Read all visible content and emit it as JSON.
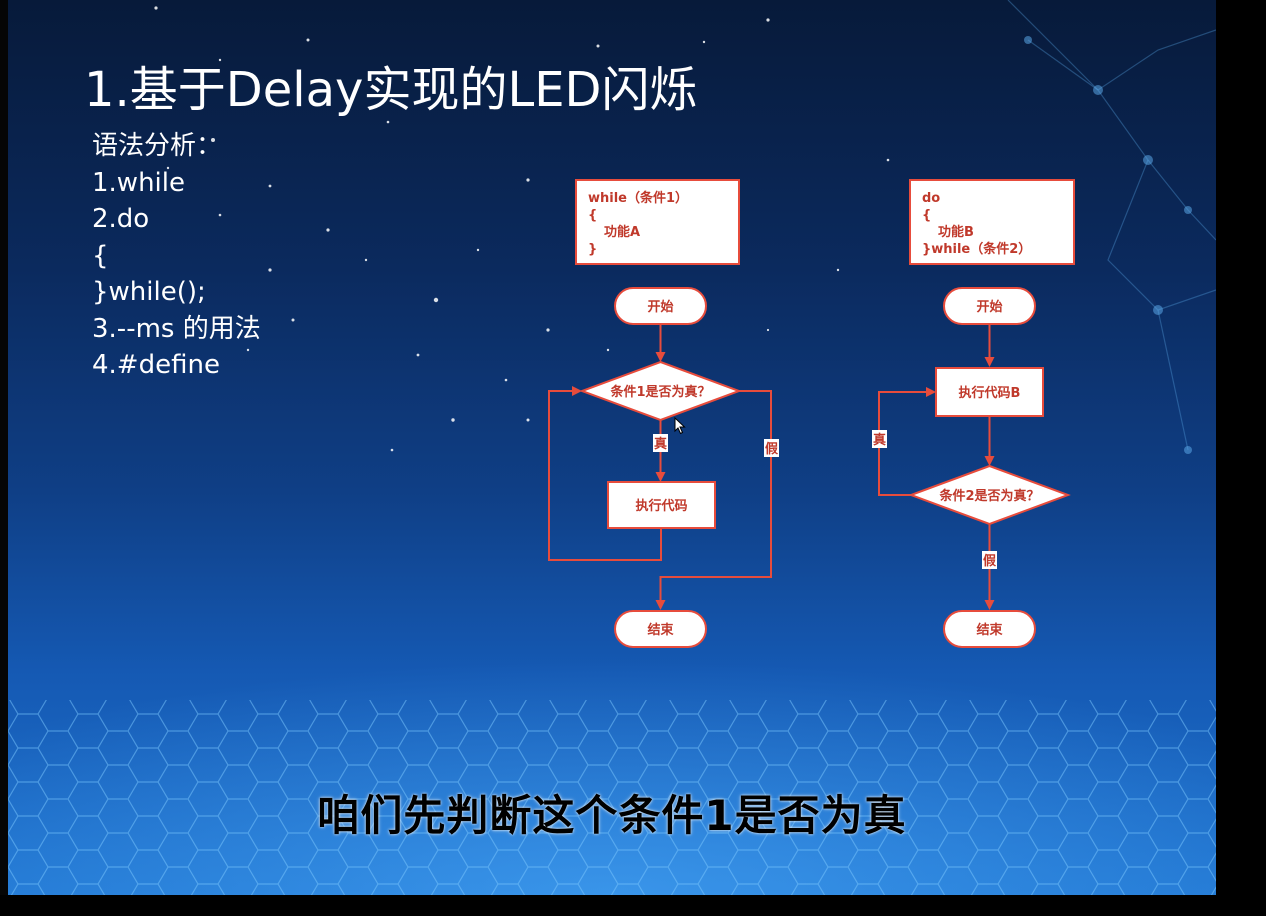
{
  "slide": {
    "title": "1.基于Delay实现的LED闪烁",
    "syntax_lines": [
      "语法分析：",
      "1.while",
      "2.do",
      "{",
      "}while();",
      "3.--ms 的用法",
      "4.#define"
    ],
    "subtitle": "咱们先判断这个条件1是否为真"
  },
  "while_diagram": {
    "code_lines": [
      "while（条件1）",
      "{",
      "功能A",
      "}"
    ],
    "start": "开始",
    "condition": "条件1是否为真？",
    "true_label": "真",
    "false_label": "假",
    "action": "执行代码",
    "end": "结束"
  },
  "do_while_diagram": {
    "code_lines": [
      "do",
      "{",
      "功能B",
      "}while（条件2）"
    ],
    "start": "开始",
    "action": "执行代码B",
    "true_label": "真",
    "condition": "条件2是否为真？",
    "false_label": "假",
    "end": "结束"
  },
  "colors": {
    "flow_stroke": "#e74c3c",
    "flow_text": "#c0392b",
    "background_top": "#071a3a",
    "background_bottom": "#1f74d0"
  },
  "icons": [
    "mouse-cursor-icon"
  ]
}
